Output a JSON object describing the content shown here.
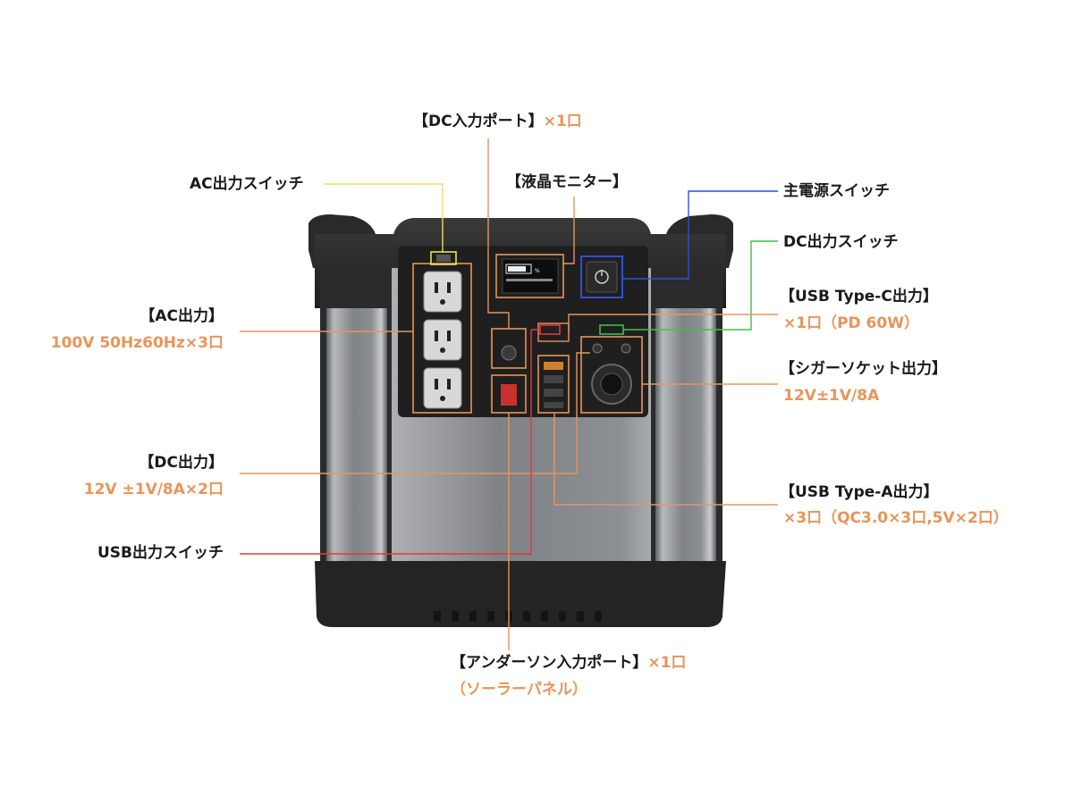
{
  "labels": {
    "dc_input": {
      "main": "【DC入力ポート】",
      "count": "×1口"
    },
    "lcd": {
      "main": "【液晶モニター】"
    },
    "ac_switch": {
      "main": "AC出力スイッチ"
    },
    "main_switch": {
      "main": "主電源スイッチ"
    },
    "dc_switch": {
      "main": "DC出力スイッチ"
    },
    "usb_c": {
      "main": "【USB Type-C出力】",
      "sub": "×1口（PD 60W）"
    },
    "ac_output": {
      "main": "【AC出力】",
      "sub": "100V 50Hz60Hz×3口"
    },
    "cigar": {
      "main": "【シガーソケット出力】",
      "sub": "12V±1V/8A"
    },
    "dc_output": {
      "main": "【DC出力】",
      "sub": "12V ±1V/8A×2口"
    },
    "usb_a": {
      "main": "【USB Type-A出力】",
      "sub": "×3口（QC3.0×3口,5V×2口）"
    },
    "usb_switch": {
      "main": "USB出力スイッチ"
    },
    "anderson": {
      "main": "【アンダーソン入力ポート】",
      "count": "×1口",
      "sub": "（ソーラーパネル）"
    }
  },
  "colors": {
    "orange": "#e8955a",
    "yellow": "#e8e05a",
    "blue": "#2f4fd6",
    "green": "#3fbf4a",
    "red": "#e03a3a",
    "body_dark": "#2b2b2b",
    "body_silver": "#9a9da1"
  }
}
